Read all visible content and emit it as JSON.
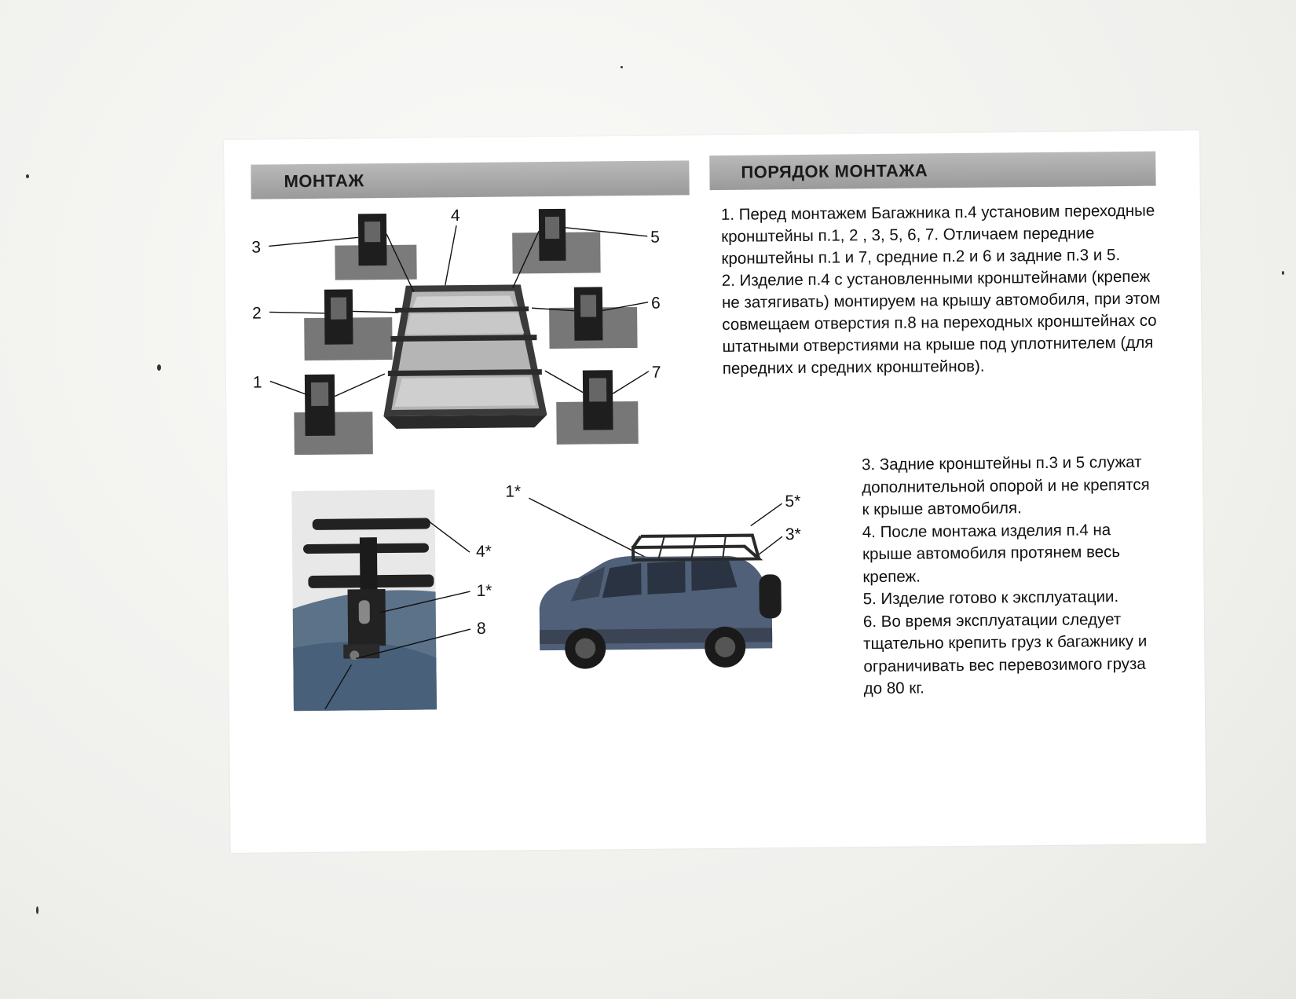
{
  "headers": {
    "left": "МОНТАЖ",
    "right": "ПОРЯДОК МОНТАЖА"
  },
  "diagram_top": {
    "labels": [
      "1",
      "2",
      "3",
      "4",
      "5",
      "6",
      "7"
    ]
  },
  "diagram_bottom": {
    "detail_labels": [
      "4*",
      "1*",
      "8"
    ],
    "car_labels": [
      "1*",
      "5*",
      "3*"
    ]
  },
  "steps_block_1": [
    "1. Перед монтажем Багажника п.4 установим переходные кронштейны п.1, 2 , 3, 5, 6, 7. Отличаем передние кронштейны п.1 и 7, средние п.2 и 6 и задние п.3 и 5.",
    "2. Изделие  п.4 с установленными кронштейнами (крепеж не затягивать) монтируем на крышу автомобиля, при этом совмещаем отверстия п.8 на переходных кронштейнах  со штатными отверстиями на крыше под уплотнителем (для передних и средних кронштейнов)."
  ],
  "steps_block_2": [
    "3. Задние кронштейны п.3 и 5 служат дополнительной опорой и не крепятся к крыше автомобиля.",
    "4. После монтажа изделия п.4 на крыше автомобиля протянем весь крепеж.",
    "5. Изделие готово к эксплуатации.",
    "6. Во время эксплуатации следует тщательно крепить груз к багажнику и ограничивать вес перевозимого груза  до 80 кг."
  ],
  "colors": {
    "header_bar": "#a6a6a6",
    "car_body": "#4f6078",
    "rack": "#2a2a2a"
  }
}
